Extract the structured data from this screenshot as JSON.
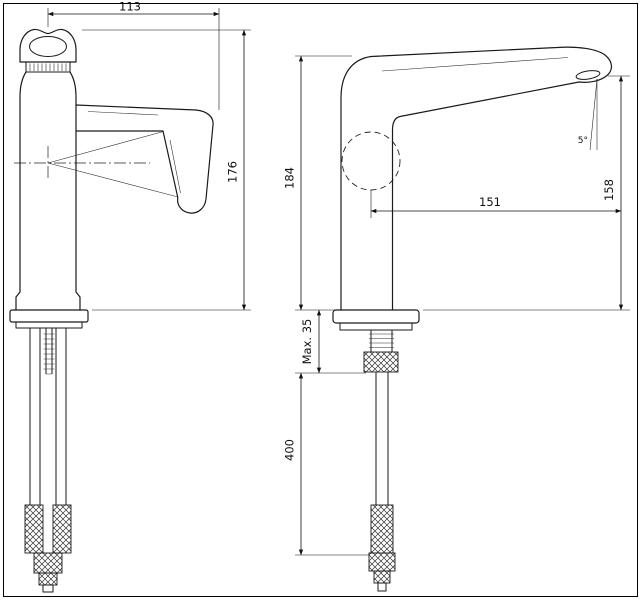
{
  "drawing": {
    "front_view": {
      "handle_reach": "113",
      "height_to_top": "176"
    },
    "side_view": {
      "total_height": "184",
      "spout_reach": "151",
      "spout_height": "158",
      "spout_angle": "5°",
      "max_mounting_thickness": "Max. 35",
      "hose_length": "400"
    }
  }
}
